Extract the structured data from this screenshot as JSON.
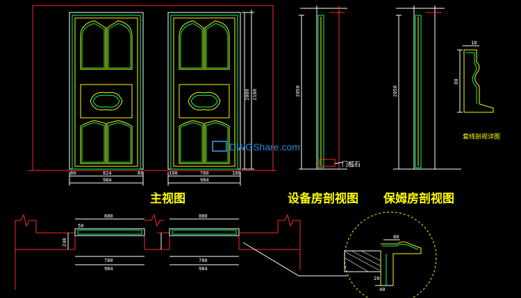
{
  "titles": {
    "front_view": "主视图",
    "equipment_section": "设备房剖视图",
    "nanny_section": "保姆房剖视图",
    "trim_detail": "套线剖视详图",
    "threshold": "门槛石"
  },
  "dimensions": {
    "door1_inner": "824",
    "door1_outer": "984",
    "door1_left_trim": "80",
    "door1_right_trim": "80",
    "door2_inner": "780",
    "door2_outer": "984",
    "door2_left_trim": "100",
    "door2_right_trim": "100",
    "height_2080": "2080",
    "height_2180": "2180",
    "section1_height": "2050",
    "section2_height": "2050",
    "trim_width": "18",
    "trim_depth": "80",
    "plan1_top": "880",
    "plan1_inner": "780",
    "plan1_outer": "984",
    "plan2_top": "880",
    "plan2_inner": "780",
    "plan2_outer": "984",
    "plan_left_offset": "50",
    "plan_wall": "240",
    "detail_top": "80",
    "detail_bottom": "40",
    "detail_side": "20"
  },
  "watermark": "DWGShare.com",
  "colors": {
    "line_white": "#ffffff",
    "line_red": "#ff2a2a",
    "line_green": "#00ff66",
    "line_yellow": "#ffff00",
    "line_cyan": "#00ffff"
  }
}
